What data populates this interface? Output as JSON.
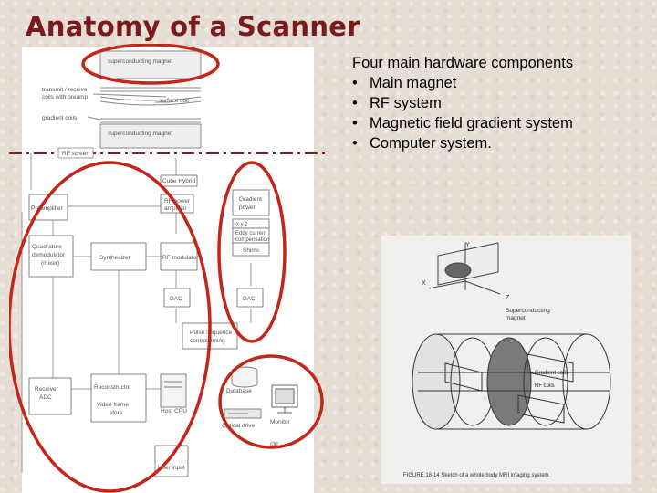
{
  "slide": {
    "title": "Anatomy of a Scanner",
    "intro": "Four main hardware components",
    "bullets": [
      "Main magnet",
      "RF system",
      "Magnetic field gradient system",
      "Computer system."
    ]
  },
  "diagram": {
    "labels": {
      "sc_magnet_top": "superconducting magnet",
      "transmit_coils_1": "transmit / receive",
      "transmit_coils_2": "coils with preamp",
      "surface_coil": "surface coil",
      "gradient_coils": "gradient coils",
      "sc_magnet_bottom": "superconducting magnet",
      "rf_screen": "RF screen",
      "cube_hybrid": "Cube Hybrid",
      "preamplifier": "Preamplifier",
      "rf_power_amp_1": "RF power",
      "rf_power_amp_2": "amplifier",
      "gradient_power_1": "Gradient",
      "gradient_power_2": "power",
      "xyz": "x   y   z",
      "eddy_1": "Eddy current",
      "eddy_2": "compensation",
      "shims": "Shims",
      "quad_1": "Quadrature",
      "quad_2": "demodulator",
      "quad_3": "(mixer)",
      "synthesizer": "Synthesizer",
      "rf_modulator": "RF modulator",
      "dac_left": "DAC",
      "dac_right": "DAC",
      "pulse_1": "Pulse sequence",
      "pulse_2": "control timing",
      "receiver_1": "Receiver",
      "receiver_2": "ADC",
      "reconstructor": "Reconstructor",
      "video_1": "Video frame",
      "video_2": "store",
      "host_cpu": "Host CPU",
      "database": "Database",
      "optical_drive": "Optical drive",
      "monitor": "Monitor",
      "user_input": "User input",
      "ctrl": "ctrl"
    },
    "annotation_color": "#c0281a",
    "rf_screen_line_color": "#7a1f2e"
  },
  "photo": {
    "axis_y": "Y",
    "axis_x": "X",
    "axis_z": "Z",
    "sc_magnet_1": "Superconducting",
    "sc_magnet_2": "magnet",
    "gradient_coils": "Gradient coils",
    "rf_coils": "RF coils",
    "caption": "FIGURE 18-14  Sketch of a whole body MRI imaging system."
  }
}
